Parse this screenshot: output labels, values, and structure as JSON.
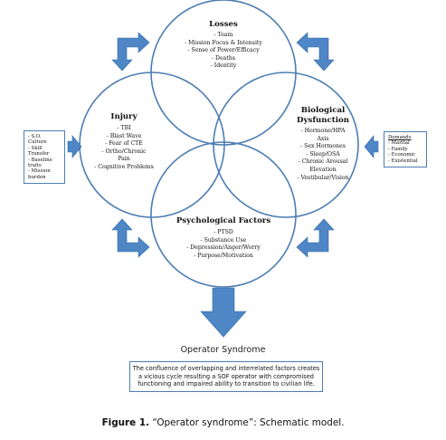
{
  "losses": {
    "title": "Losses",
    "items": [
      "- Team",
      "- Mission Focus & Intensity",
      "- Sense of Power/Efficacy",
      "- Deaths",
      "- Identity"
    ]
  },
  "injury": {
    "title": "Injury",
    "items": [
      "- TBI",
      "- Blast Wave",
      "- Fear of CTE",
      "- Ortho/Chronic",
      "Pain",
      "- Cognitive Problems"
    ]
  },
  "biological": {
    "title_line1": "Biological",
    "title_line2": "Dysfunction",
    "items": [
      "- Hormone/HPA",
      "Axis",
      "- Sex Hormones",
      "- Sleep/OSA",
      "- Chronic Arousal",
      "Elevation",
      "- Vestibular/Vision"
    ]
  },
  "psychological": {
    "title": "Psychological Factors",
    "items": [
      "- PTSD",
      "- Substance Use",
      "- Depression/Anger/Worry",
      "- Purpose/Motivation"
    ]
  },
  "left_box": {
    "items": [
      "- S.O.",
      "Culture",
      "- Skill",
      "Transfer",
      "- Baseline",
      "traits",
      "- Mission",
      "burden"
    ]
  },
  "right_box": {
    "heading": "Demands",
    "items": [
      "- Marital",
      "- Family",
      "- Economic",
      "- Existential"
    ]
  },
  "outcome": {
    "title": "Operator Syndrome",
    "description": "The confluence of overlapping and interrelated factors creates a vicious cycle resulting a SOF operator with compromised functioning and impaired ability to transition to civilian life."
  },
  "caption": {
    "label": "Figure 1.",
    "text": " “Operator syndrome”: Schematic model."
  }
}
